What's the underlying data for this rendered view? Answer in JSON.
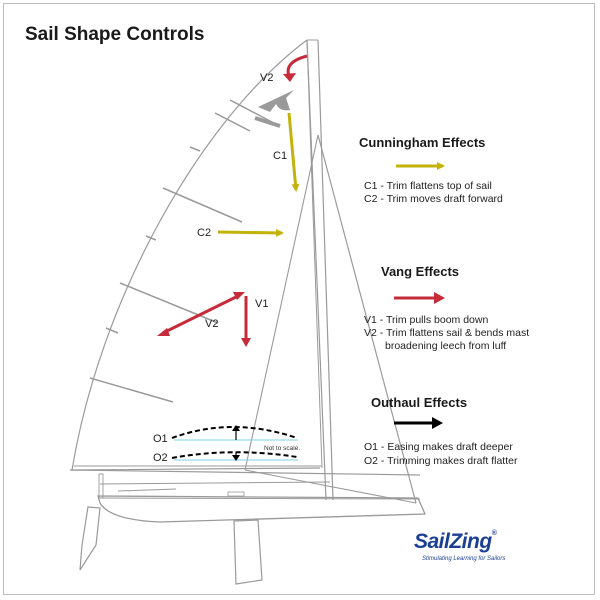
{
  "title": "Sail Shape Controls",
  "colors": {
    "cunningham": "#c2b30a",
    "vang": "#c62b3a",
    "outhaul": "#000000",
    "line": "#9a9a9a",
    "water": "#7ecfe0",
    "brand": "#1c3f94"
  },
  "labels": {
    "v2_top": "V2",
    "c1": "C1",
    "c2": "C2",
    "v1": "V1",
    "v2_mid": "V2",
    "o1": "O1",
    "o2": "O2",
    "not_to_scale": "Not to scale."
  },
  "legend": {
    "cunningham": {
      "heading": "Cunningham Effects",
      "items": [
        "C1 - Trim flattens top of sail",
        "C2 - Trim moves draft forward"
      ]
    },
    "vang": {
      "heading": "Vang Effects",
      "items": [
        "V1 - Trim pulls boom down",
        "V2 - Trim flattens sail & bends mast",
        "broadening leech from luff"
      ]
    },
    "outhaul": {
      "heading": "Outhaul Effects",
      "items": [
        "O1 - Easing makes draft deeper",
        "O2 - Trimming makes draft flatter"
      ]
    }
  },
  "logo": {
    "name": "SailZing",
    "tagline": "Stimulating Learning for Sailors"
  }
}
